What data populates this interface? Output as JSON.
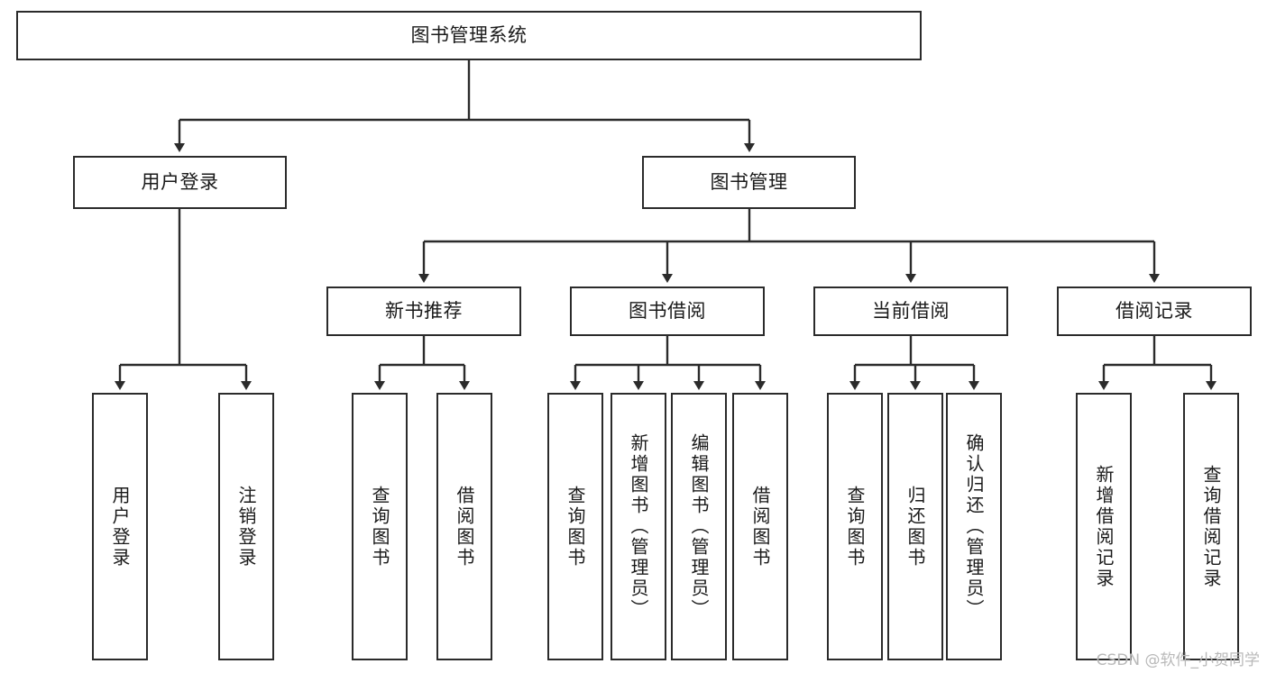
{
  "diagram": {
    "type": "hierarchy-tree",
    "title": "图书管理系统",
    "watermark": "CSDN @软件_小贺同学",
    "colors": {
      "box_border": "#2b2b2b",
      "box_fill": "#ffffff",
      "connector": "#2b2b2b",
      "text": "#1a1a1a",
      "watermark": "#b9b9b9"
    },
    "levels": {
      "root": {
        "label": "图书管理系统"
      },
      "level2": [
        {
          "label": "用户登录"
        },
        {
          "label": "图书管理"
        }
      ],
      "level3": [
        {
          "label": "新书推荐"
        },
        {
          "label": "图书借阅"
        },
        {
          "label": "当前借阅"
        },
        {
          "label": "借阅记录"
        }
      ],
      "leaves": [
        {
          "label": "用户登录",
          "parent": "用户登录"
        },
        {
          "label": "注销登录",
          "parent": "用户登录"
        },
        {
          "label": "查询图书",
          "parent": "新书推荐"
        },
        {
          "label": "借阅图书",
          "parent": "新书推荐"
        },
        {
          "label": "查询图书",
          "parent": "图书借阅"
        },
        {
          "label": "新增图书（管理员）",
          "parent": "图书借阅"
        },
        {
          "label": "编辑图书（管理员）",
          "parent": "图书借阅"
        },
        {
          "label": "借阅图书",
          "parent": "图书借阅"
        },
        {
          "label": "查询图书",
          "parent": "当前借阅"
        },
        {
          "label": "归还图书",
          "parent": "当前借阅"
        },
        {
          "label": "确认归还（管理员）",
          "parent": "当前借阅"
        },
        {
          "label": "新增借阅记录",
          "parent": "借阅记录"
        },
        {
          "label": "查询借阅记录",
          "parent": "借阅记录"
        }
      ]
    }
  }
}
